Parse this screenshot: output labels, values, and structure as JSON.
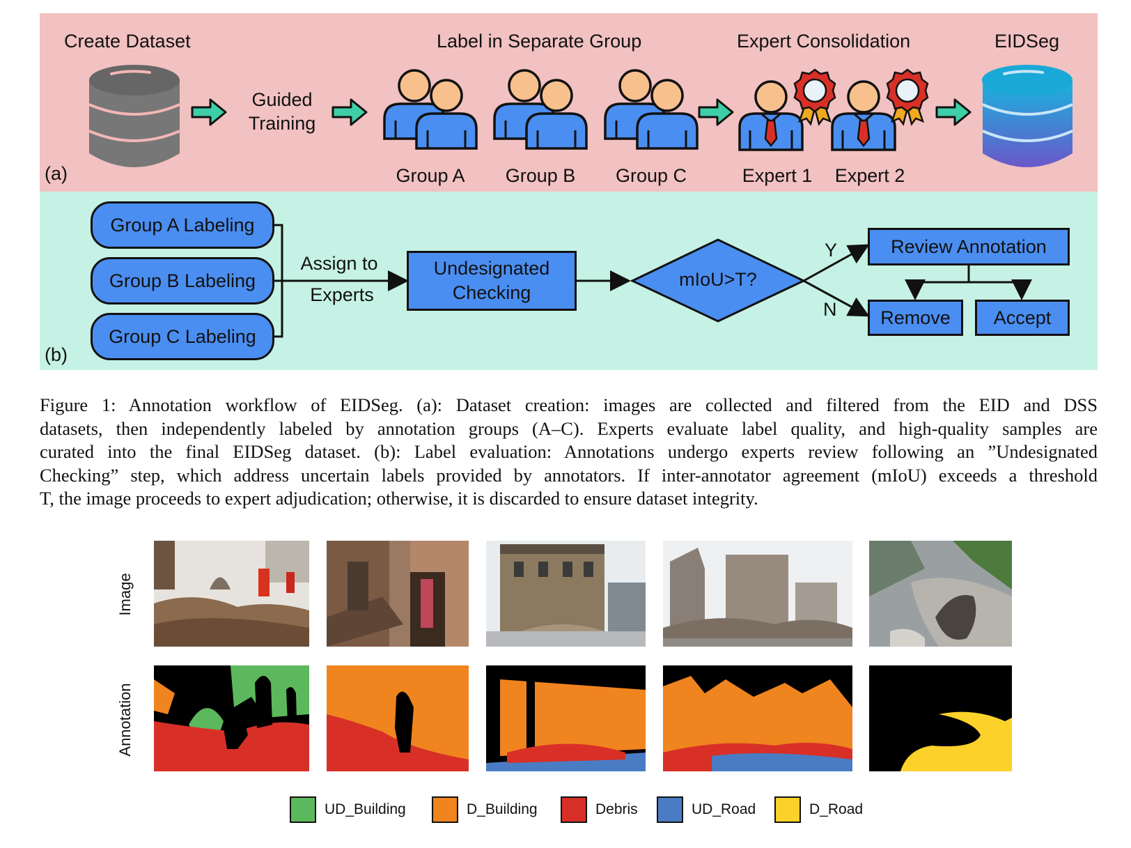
{
  "panel_a": {
    "tag": "(a)",
    "create_dataset": "Create Dataset",
    "guided_training": [
      "Guided",
      "Training"
    ],
    "label_in_group": "Label in Separate Group",
    "expert_consolidation": "Expert Consolidation",
    "eidseg": "EIDSeg",
    "groups": [
      "Group A",
      "Group B",
      "Group C"
    ],
    "experts": [
      "Expert 1",
      "Expert 2"
    ]
  },
  "panel_b": {
    "tag": "(b)",
    "group_labeling": [
      "Group A Labeling",
      "Group B Labeling",
      "Group C Labeling"
    ],
    "assign_to": [
      "Assign to",
      "Experts"
    ],
    "undesignated": [
      "Undesignated",
      "Checking"
    ],
    "decision": "mIoU>T?",
    "yes": "Y",
    "no": "N",
    "review": "Review Annotation",
    "remove": "Remove",
    "accept": "Accept"
  },
  "caption": {
    "lines": [
      "Figure 1: Annotation workflow of EIDSeg. (a): Dataset creation: images are collected and filtered from the EID and DSS",
      "datasets, then independently labeled by annotation groups (A–C). Experts evaluate label quality, and high-quality samples are",
      "curated into the final EIDSeg dataset. (b): Label evaluation: Annotations undergo experts review following an ”Undesignated",
      "Checking” step, which address uncertain labels provided by annotators. If inter-annotator agreement (mIoU) exceeds a threshold",
      "T, the image proceeds to expert adjudication; otherwise, it is discarded to ensure dataset integrity."
    ]
  },
  "gallery": {
    "row_labels": [
      "Image",
      "Annotation"
    ],
    "legend": [
      {
        "label": "UD_Building",
        "color": "#5cb85c"
      },
      {
        "label": "D_Building",
        "color": "#f0841f"
      },
      {
        "label": "Debris",
        "color": "#d83027"
      },
      {
        "label": "UD_Road",
        "color": "#4a7cc4"
      },
      {
        "label": "D_Road",
        "color": "#fcd12a"
      }
    ]
  },
  "colors": {
    "accent_blue": "#4b8ef1",
    "arrow_teal": "#3ecfa8",
    "panel_a_bg": "#f2c1c1",
    "panel_b_bg": "#c5f2e4"
  }
}
